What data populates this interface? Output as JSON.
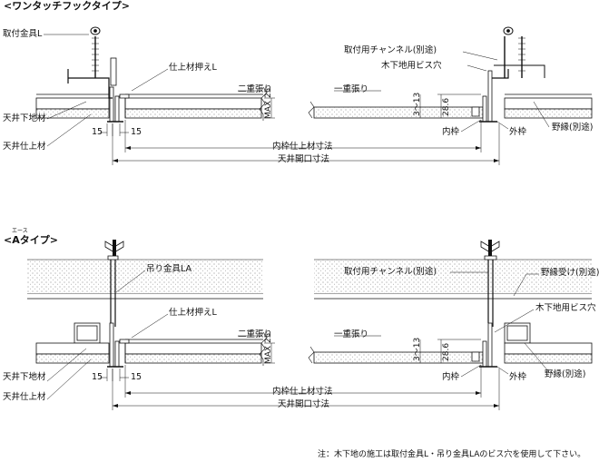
{
  "sections": [
    {
      "heading": "<ワンタッチフックタイプ>",
      "labels": {
        "hanger": "取付金具L",
        "finish_holder": "仕上材押えL",
        "double": "二重張り",
        "single": "一重張り",
        "channel": "取付用チャンネル(別途)",
        "screw_hole": "木下地用ビス穴",
        "base": "天井下地材",
        "finish": "天井仕上材",
        "dim15a": "15",
        "dim15b": "15",
        "max25": "MAX 25",
        "gap": "3～13",
        "height": "28.6",
        "inner_frame": "内枠",
        "outer_frame": "外枠",
        "joist": "野縁(別途)",
        "inner_dim": "内枠仕上材寸法",
        "opening_dim": "天井開口寸法"
      }
    },
    {
      "ruby": "エース",
      "heading": "<Aタイプ>",
      "labels": {
        "hanger": "吊り金具LA",
        "finish_holder": "仕上材押えL",
        "double": "二重張り",
        "single": "一重張り",
        "channel": "取付用チャンネル(別途)",
        "joist_support": "野縁受け(別途)",
        "screw_hole": "木下地用ビス穴",
        "base": "天井下地材",
        "finish": "天井仕上材",
        "dim15a": "15",
        "dim15b": "15",
        "max25": "MAX 25",
        "gap": "3～13",
        "height": "28.6",
        "inner_frame": "内枠",
        "outer_frame": "外枠",
        "joist": "野縁(別途)",
        "inner_dim": "内枠仕上材寸法",
        "opening_dim": "天井開口寸法"
      }
    }
  ],
  "note": "注：木下地の施工は取付金具L・吊り金具LAのビス穴を使用して下さい。"
}
